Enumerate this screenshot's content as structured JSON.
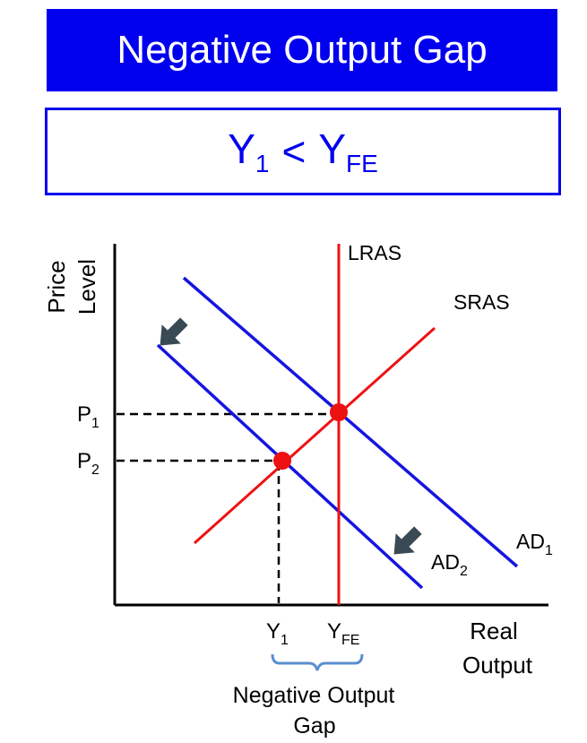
{
  "title": "Negative Output Gap",
  "formula": {
    "left_var": "Y",
    "left_sub": "1",
    "operator": "<",
    "right_var": "Y",
    "right_sub": "FE"
  },
  "axes": {
    "y_label_line1": "Price",
    "y_label_line2": "Level",
    "x_label_line1": "Real",
    "x_label_line2": "Output"
  },
  "curves": {
    "lras": "LRAS",
    "sras": "SRAS",
    "ad1_main": "AD",
    "ad1_sub": "1",
    "ad2_main": "AD",
    "ad2_sub": "2"
  },
  "price_levels": {
    "p1_main": "P",
    "p1_sub": "1",
    "p2_main": "P",
    "p2_sub": "2"
  },
  "output_levels": {
    "y1_main": "Y",
    "y1_sub": "1",
    "yfe_main": "Y",
    "yfe_sub": "FE"
  },
  "gap_label_line1": "Negative Output",
  "gap_label_line2": "Gap",
  "colors": {
    "banner_blue": "#0000ee",
    "curve_blue": "#1515e0",
    "curve_red": "#ee1111",
    "arrow": "#3a4a55",
    "brace": "#5b8fd0"
  }
}
